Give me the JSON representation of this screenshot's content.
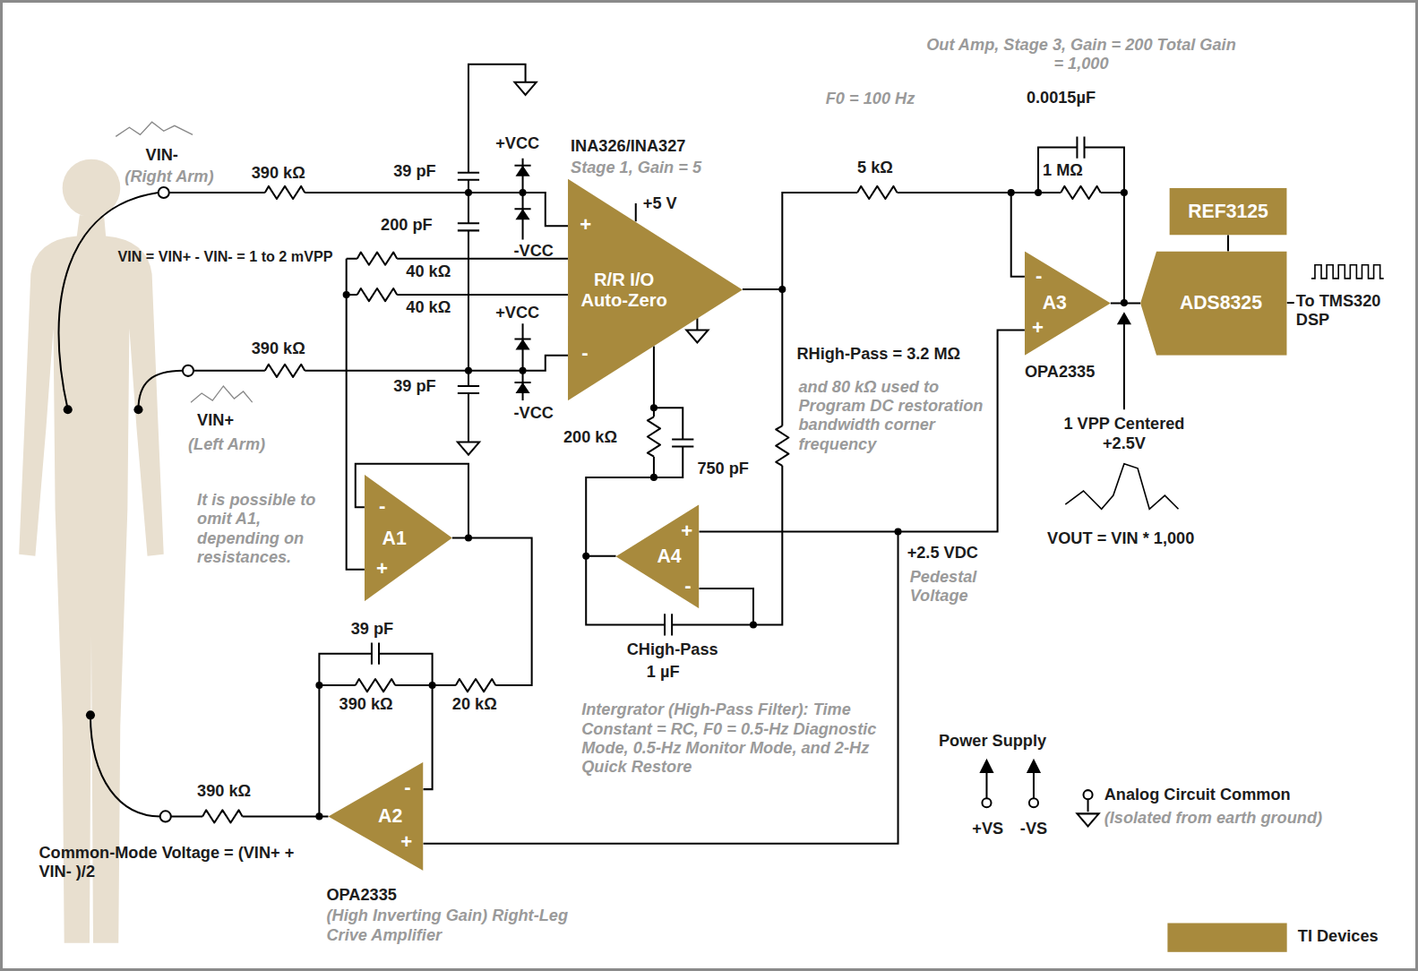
{
  "diagram": {
    "nodes": [
      {
        "text": [
          "R/R I/O Auto-Zero"
        ]
      },
      {
        "text": [
          "A1"
        ]
      },
      {
        "text": [
          "A2"
        ]
      },
      {
        "text": [
          "A3"
        ]
      },
      {
        "text": [
          "A4"
        ]
      },
      {
        "text": [
          "REF3125"
        ]
      },
      {
        "text": [
          "ADS8325"
        ]
      }
    ],
    "edges": [
      {
        "from": 5,
        "to": 6,
        "arrow": "none"
      },
      {
        "from": 3,
        "to": 6,
        "arrow": "none"
      }
    ],
    "labels": [
      "VIN-",
      "(Right Arm)",
      "390 kΩ",
      "39 pF",
      "+VCC",
      "-VCC",
      "INA326/INA327",
      "Stage 1, Gain = 5",
      "+5 V",
      "200 pF",
      "VIN = VIN+ - VIN- = 1 to 2 mVPP",
      "40 kΩ",
      "40 kΩ",
      "+VCC",
      "390 kΩ",
      "39 pF",
      "-VCC",
      "VIN+",
      "(Left Arm)",
      "It is possible to omit A1, depending on resistances.",
      "39 pF",
      "390 kΩ",
      "20 kΩ",
      "390 kΩ",
      "Common-Mode Voltage = (VIN+ + VIN- )/2",
      "OPA2335",
      "(High Inverting Gain) Right-Leg Crive Amplifier",
      "F0 = 100 Hz",
      "5 kΩ",
      "Out Amp, Stage 3, Gain = 200 Total Gain = 1,000",
      "0.0015µF",
      "1 MΩ",
      "RHigh-Pass = 3.2 MΩ",
      "and 80 kΩ used to Program DC restoration bandwidth corner frequency",
      "200 kΩ",
      "750 pF",
      "OPA2335",
      "1 VPP Centered +2.5V",
      "VOUT = VIN * 1,000",
      "To TMS320 DSP",
      "+2.5 VDC",
      "Pedestal Voltage",
      "CHigh-Pass",
      "1 µF",
      "Intergrator (High-Pass Filter): Time Constant = RC, F0 = 0.5-Hz Diagnostic Mode, 0.5-Hz Monitor Mode, and 2-Hz Quick Restore",
      "Power Supply",
      "+VS",
      "-VS",
      "Analog Circuit Common",
      "(Isolated from earth ground)",
      "+",
      "-",
      "-",
      "+",
      "-",
      "+",
      "-",
      "+",
      "+",
      "-"
    ],
    "legend": [
      {
        "text": "TI Devices",
        "color": "#a88a3d"
      }
    ]
  }
}
